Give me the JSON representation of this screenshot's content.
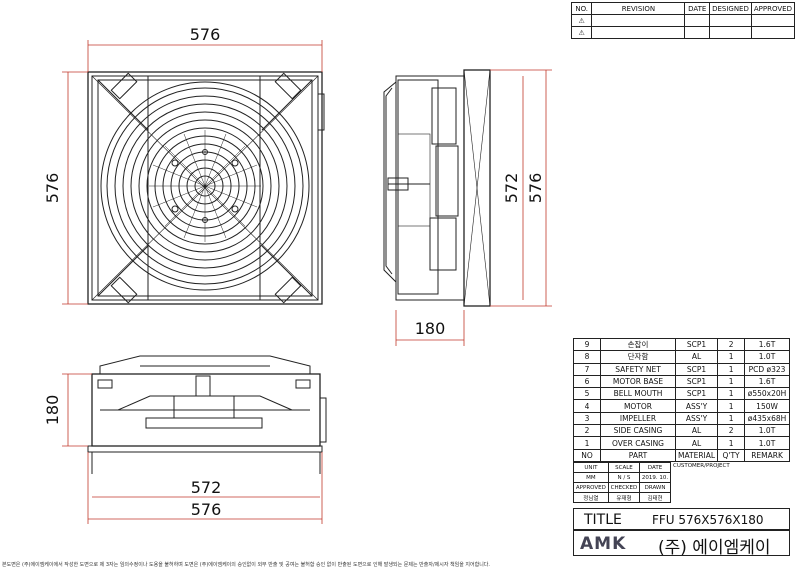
{
  "revision": {
    "headers": [
      "NO.",
      "REVISION",
      "DATE",
      "DESIGNED",
      "APPROVED"
    ],
    "rows": [
      [
        "⚠",
        "",
        "",
        "",
        ""
      ],
      [
        "⚠",
        "",
        "",
        "",
        ""
      ]
    ]
  },
  "dimensions": {
    "front_width": "576",
    "front_height": "576",
    "side_inner_height": "572",
    "side_outer_height": "576",
    "side_depth": "180",
    "bottom_height": "180",
    "bottom_inner_width": "572",
    "bottom_outer_width": "576"
  },
  "parts": {
    "rows": [
      [
        "9",
        "손잡이",
        "SCP1",
        "2",
        "1.6T"
      ],
      [
        "8",
        "단자함",
        "AL",
        "1",
        "1.0T"
      ],
      [
        "7",
        "SAFETY NET",
        "SCP1",
        "1",
        "PCD ø323"
      ],
      [
        "6",
        "MOTOR BASE",
        "SCP1",
        "1",
        "1.6T"
      ],
      [
        "5",
        "BELL MOUTH",
        "SCP1",
        "1",
        "ø550x20H"
      ],
      [
        "4",
        "MOTOR",
        "ASS'Y",
        "1",
        "150W"
      ],
      [
        "3",
        "IMPELLER",
        "ASS'Y",
        "1",
        "ø435x68H"
      ],
      [
        "2",
        "SIDE CASING",
        "AL",
        "2",
        "1.0T"
      ],
      [
        "1",
        "OVER CASING",
        "AL",
        "1",
        "1.0T"
      ]
    ],
    "headers": [
      "NO",
      "PART",
      "MATERIAL",
      "Q'TY",
      "REMARK"
    ]
  },
  "titleblock": {
    "unit_label": "UNIT",
    "scale_label": "SCALE",
    "date_label": "DATE",
    "unit_value": "MM",
    "scale_value": "N / S",
    "date_value": "2019. 10.",
    "approved_label": "APPROVED",
    "checked_label": "CHECKED",
    "drawn_label": "DRAWN",
    "approved_name": "정님열",
    "checked_name": "유재형",
    "drawn_name": "김태현",
    "customer_label": "CUSTOMER/PROJECT",
    "title_label": "TITLE",
    "title_value": "FFU  576X576X180",
    "logo_text": "AMK",
    "company_name": "(주) 에이엠케이"
  },
  "footer_note": "본도면은 (주)에이엠케이에서 작성한 도면으로 제 3자는 임의수정이나 도용을 불허하며 도면은 (주)에이엠케이의 승인없이 외부 반출 및 공여는 불허함 승인 없이 반출된 도면으로 인해 발생되는 문제는 반출자/제시자 책임을 지어합니다."
}
